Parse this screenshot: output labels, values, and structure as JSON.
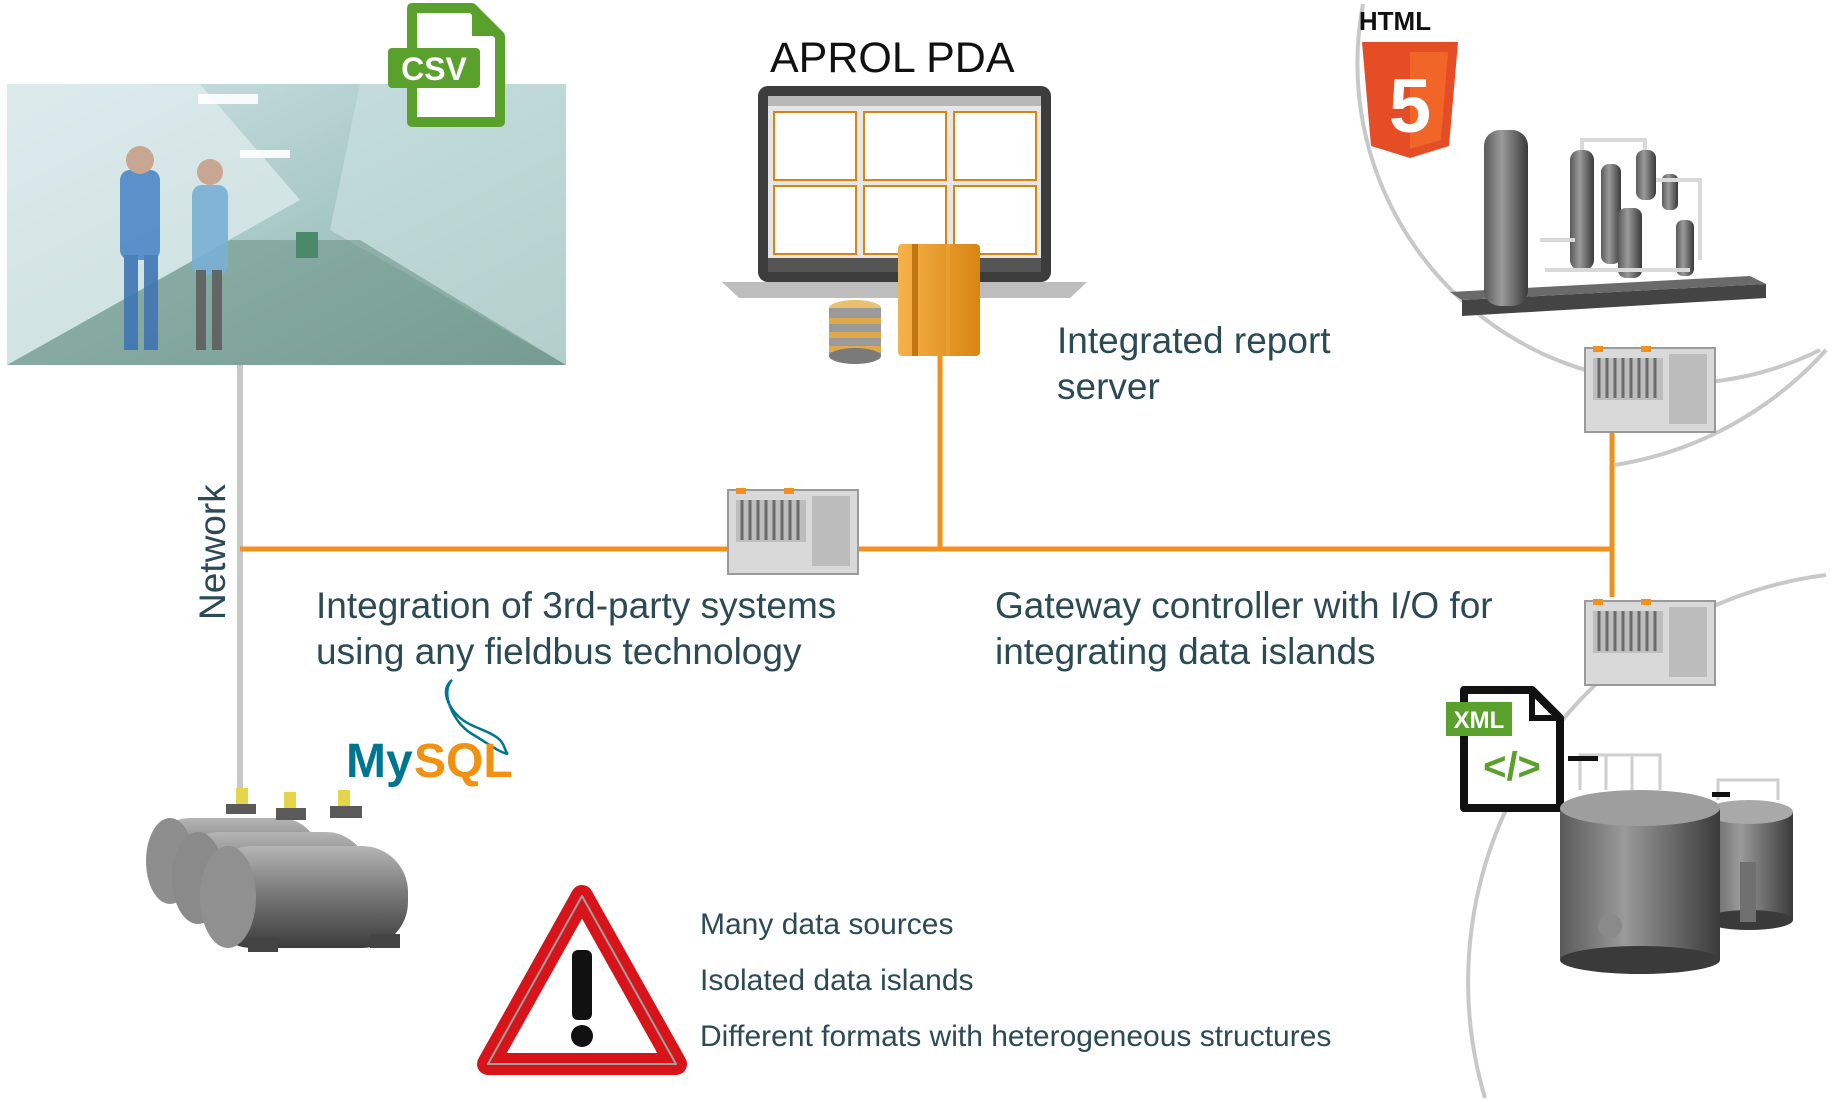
{
  "diagram": {
    "title": "APROL PDA",
    "network_label": "Network",
    "report_server_label": [
      "Integrated report",
      "server"
    ],
    "integration_label": [
      "Integration of 3rd-party systems",
      "using any fieldbus technology"
    ],
    "gateway_label": [
      "Gateway controller with I/O for",
      "integrating data islands"
    ],
    "warnings": [
      "Many data sources",
      "Isolated data islands",
      "Different formats with heterogeneous structures"
    ],
    "logos": {
      "csv": "CSV",
      "html": "HTML",
      "html_version": "5",
      "xml": "XML",
      "xml_tag": "</>",
      "mysql": "MySQL"
    },
    "colors": {
      "network_line": "#f0901e",
      "gray_line": "#c8c8c8",
      "label_text": "#2c4a54",
      "warning_red": "#d7141a",
      "html5_orange": "#e44d26",
      "csv_green": "#5aa02c",
      "mysql_blue": "#00758f",
      "mysql_orange": "#f29111"
    }
  }
}
